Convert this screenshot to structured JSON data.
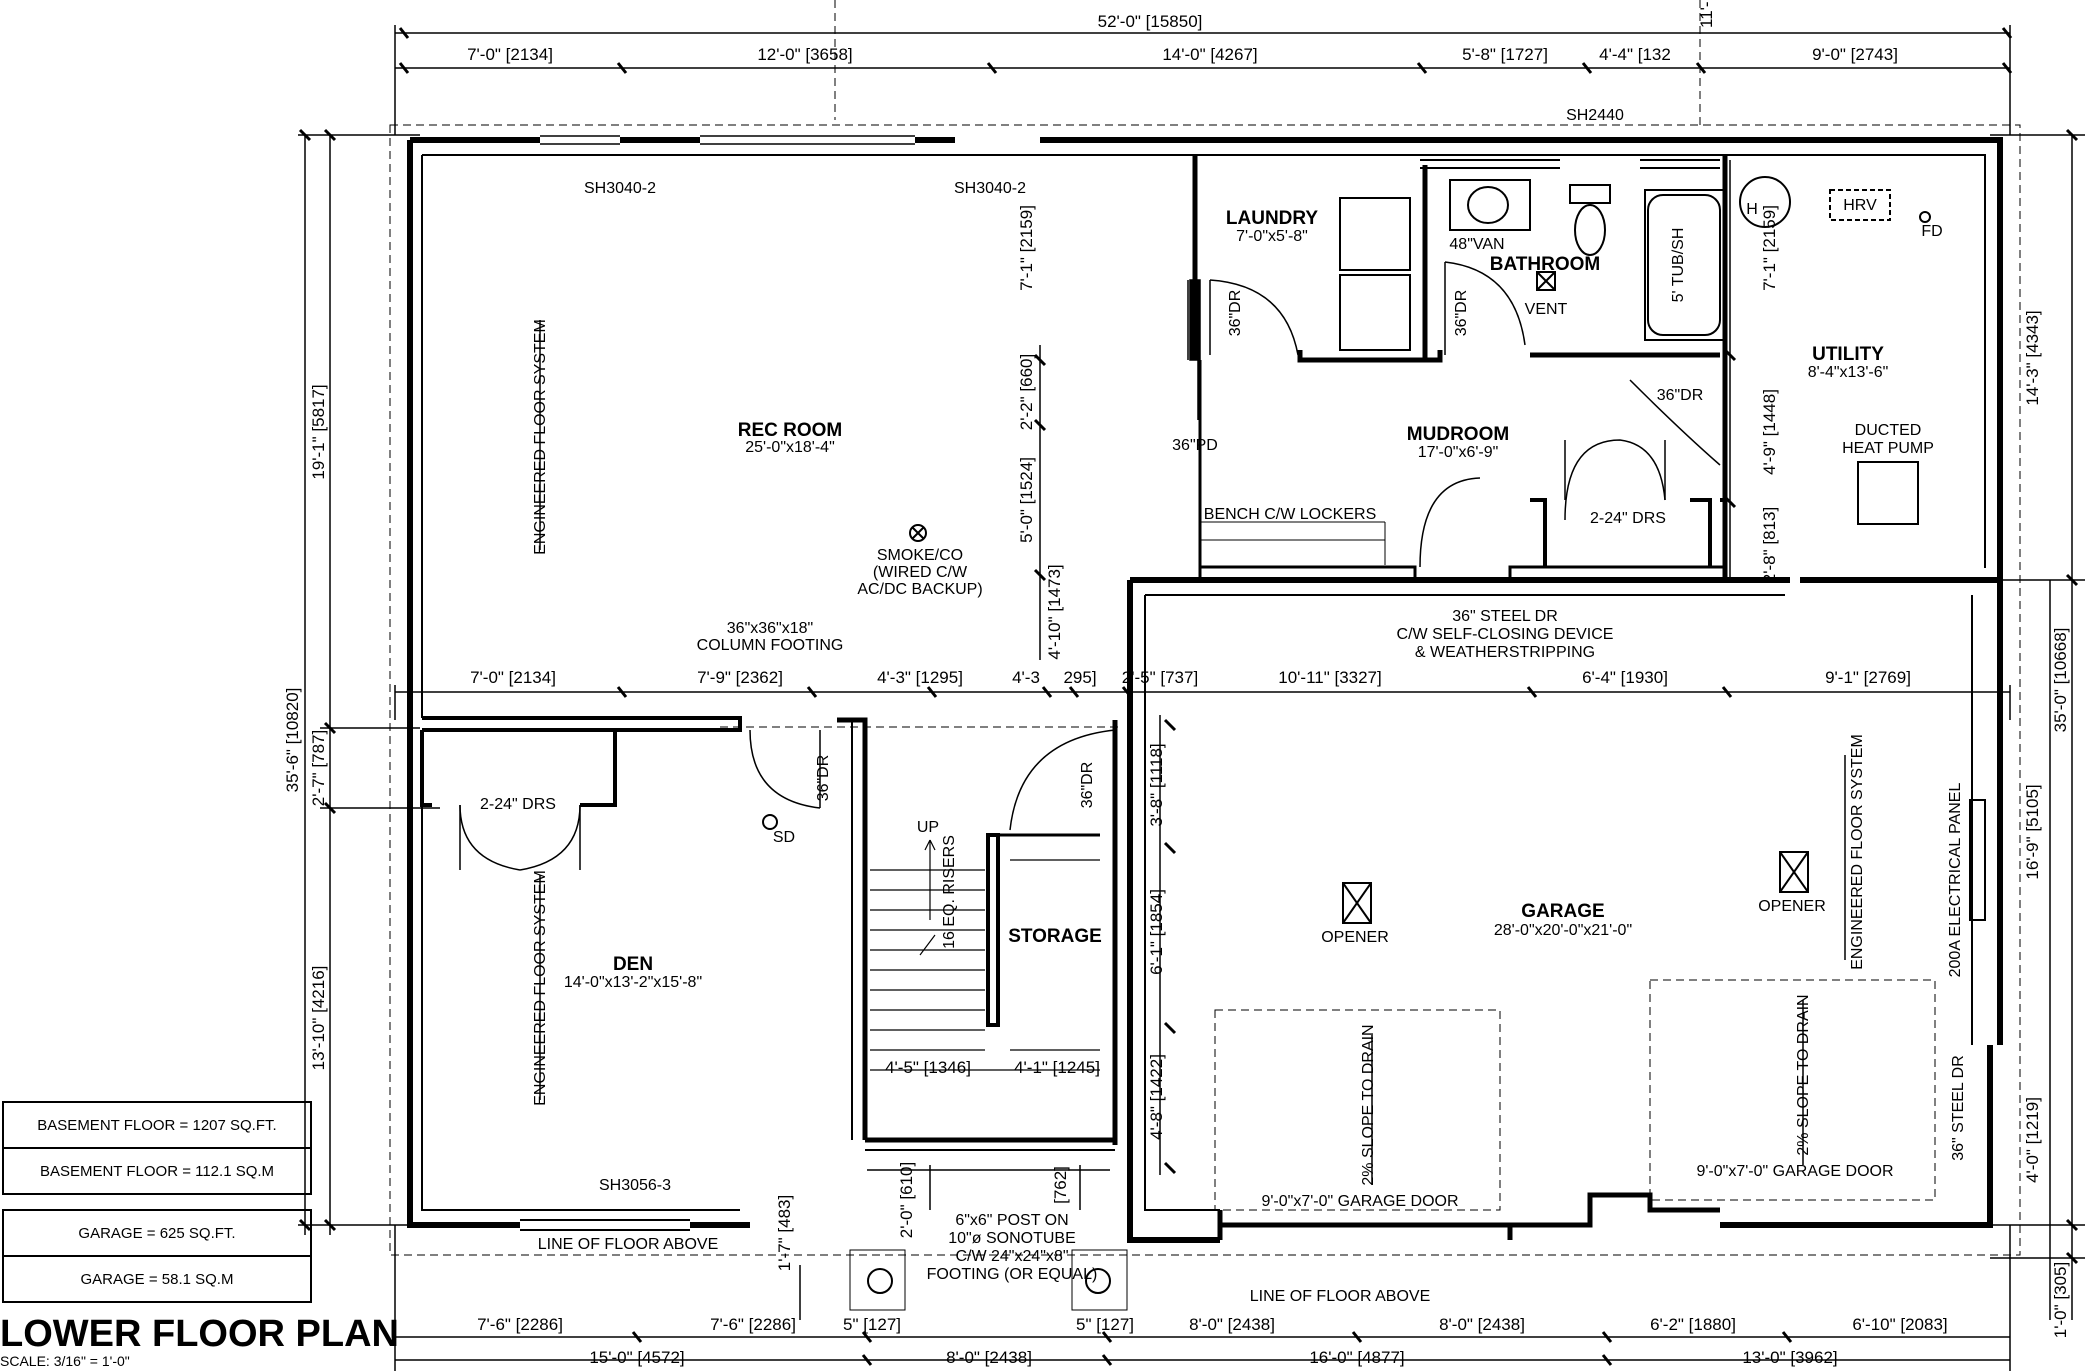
{
  "title": "LOWER FLOOR PLAN",
  "scale": "SCALE: 3/16\" = 1'-0\"",
  "legend": [
    {
      "label": "BASEMENT FLOOR = 1207 SQ.FT."
    },
    {
      "label": "BASEMENT FLOOR = 112.1 SQ.M"
    },
    {
      "label": "GARAGE = 625 SQ.FT."
    },
    {
      "label": "GARAGE = 58.1 SQ.M"
    }
  ],
  "rooms": {
    "rec_room": {
      "name": "REC ROOM",
      "size": "25'-0\"x18'-4\""
    },
    "laundry": {
      "name": "LAUNDRY",
      "size": "7'-0\"x5'-8\""
    },
    "bathroom": {
      "name": "BATHROOM"
    },
    "utility": {
      "name": "UTILITY",
      "size": "8'-4\"x13'-6\""
    },
    "mudroom": {
      "name": "MUDROOM",
      "size": "17'-0\"x6'-9\""
    },
    "den": {
      "name": "DEN",
      "size": "14'-0\"x13'-2\"x15'-8\""
    },
    "storage": {
      "name": "STORAGE"
    },
    "garage": {
      "name": "GARAGE",
      "size": "28'-0\"x20'-0\"x21'-0\""
    }
  },
  "dims_top": [
    "52'-0\" [15850]",
    "7'-0\" [2134]",
    "12'-0\" [3658]",
    "14'-0\" [4267]",
    "5'-8\" [1727]",
    "4'-4\" [132",
    "9'-0\" [2743]",
    "11'-"
  ],
  "dims_mid": [
    "7'-0\" [2134]",
    "7'-9\" [2362]",
    "4'-3\" [1295]",
    "4'-3",
    "295]",
    "2'-5\" [737]",
    "10'-11\" [3327]",
    "6'-4\" [1930]",
    "9'-1\" [2769]"
  ],
  "dims_bottom_a": [
    "7'-6\" [2286]",
    "7'-6\" [2286]",
    "5\" [127]",
    "5\" [127]",
    "8'-0\" [2438]",
    "8'-0\" [2438]",
    "6'-2\" [1880]",
    "6'-10\" [2083]"
  ],
  "dims_bottom_b": [
    "15'-0\" [4572]",
    "8'-0\" [2438]",
    "16'-0\" [4877]",
    "13'-0\" [3962]"
  ],
  "dims_left": [
    "35'-6\" [10820]",
    "19'-1\" [5817]",
    "2'-7\" [787]",
    "13'-10\" [4216]"
  ],
  "dims_right": [
    "14'-3\" [4343]",
    "35'-0\" [10668]",
    "16'-9\" [5105]",
    "4'-0\" [1219]",
    "1'-0\" [305]"
  ],
  "dims_interior": [
    "7'-1\" [2159]",
    "2'-2\" [660]",
    "5'-0\" [1524]",
    "4'-10\" [1473]",
    "7'-1\" [2159]",
    "4'-9\" [1448]",
    "2'-8\" [813]",
    "3'-8\" [1118]",
    "6'-1\" [1854]",
    "4'-8\" [1422]",
    "4'-5\" [1346]",
    "4'-1\" [1245]",
    "2'-0\" [610]",
    "[762]",
    "1'-7\" [483]"
  ],
  "windows": [
    "SH3040-2",
    "SH3040-2",
    "SH2440",
    "SH3056-3"
  ],
  "doors": [
    "36\"DR",
    "36\"DR",
    "36\"PD",
    "36\"DR",
    "2-24\" DRS",
    "2-24\" DRS",
    "36\"DR",
    "36\"DR",
    "36\" STEEL DR"
  ],
  "fixtures": [
    "48\"VAN",
    "VENT",
    "5' TUB/SH",
    "HRV",
    "FD",
    "H",
    "DUCTED",
    "HEAT PUMP",
    "BENCH C/W LOCKERS",
    "200A ELECTRICAL PANEL",
    "OPENER",
    "OPENER",
    "SD"
  ],
  "notes": {
    "smoke": [
      "SMOKE/CO",
      "(WIRED C/W",
      "AC/DC BACKUP)"
    ],
    "column": [
      "36\"x36\"x18\"",
      "COLUMN FOOTING"
    ],
    "steel_door": [
      "36\" STEEL DR",
      "C/W SELF-CLOSING DEVICE",
      "& WEATHERSTRIPPING"
    ],
    "post": [
      "6\"x6\" POST ON",
      "10\"ø SONOTUBE",
      "C/W 24\"x24\"x8\"",
      "FOOTING (OR EQUAL)"
    ],
    "floor_system": "ENGINEERED FLOOR SYSTEM",
    "line_above": "LINE OF FLOOR ABOVE",
    "slope": "2% SLOPE TO DRAIN",
    "garage_door": "9'-0\"x7'-0\" GARAGE DOOR",
    "stairs_up": "UP",
    "risers": "16 EQ. RISERS"
  }
}
